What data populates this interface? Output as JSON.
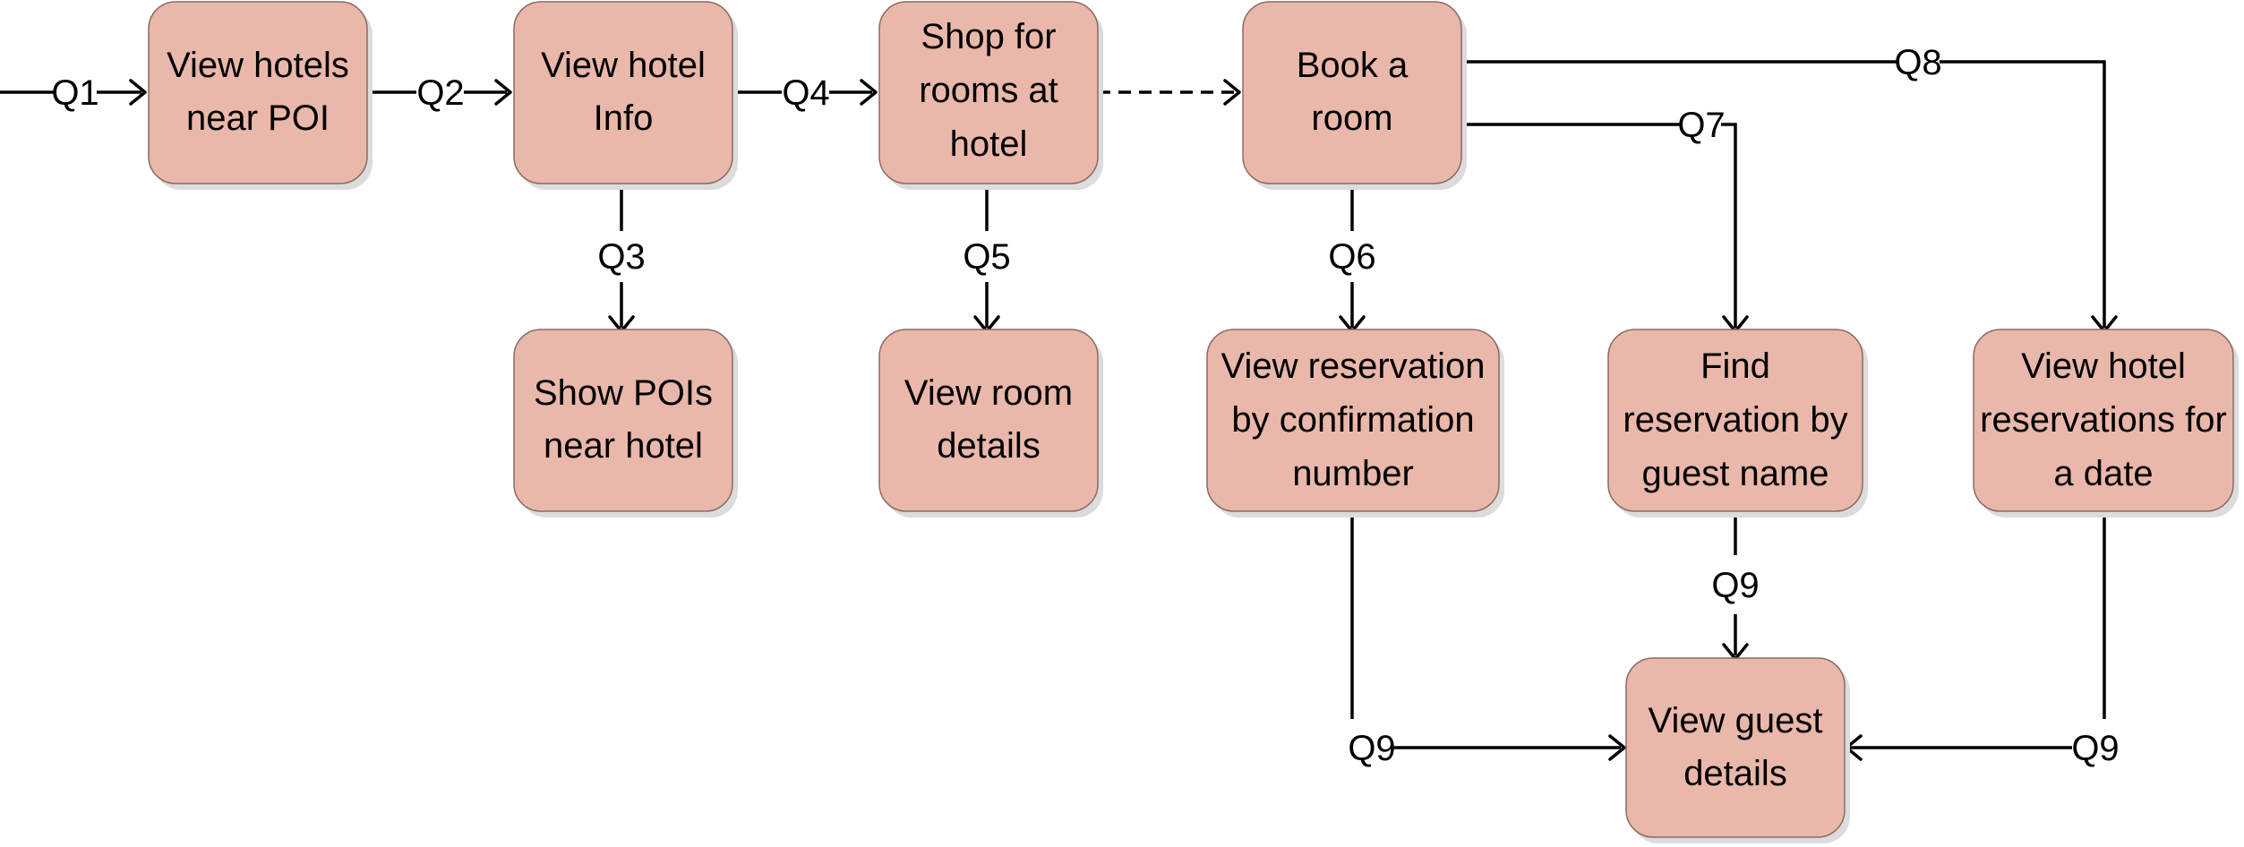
{
  "diagram": {
    "box_color": "#e9b8ab",
    "nodes": {
      "view_hotels_near_poi": [
        "View hotels",
        "near POI"
      ],
      "view_hotel_info": [
        "View hotel",
        "Info"
      ],
      "shop_for_rooms": [
        "Shop for",
        "rooms at",
        "hotel"
      ],
      "book_a_room": [
        "Book a",
        "room"
      ],
      "show_pois_near_hotel": [
        "Show POIs",
        "near hotel"
      ],
      "view_room_details": [
        "View room",
        "details"
      ],
      "view_reservation_by_confirmation": [
        "View reservation",
        "by confirmation",
        "number"
      ],
      "find_reservation_by_guest": [
        "Find",
        "reservation by",
        "guest name"
      ],
      "view_hotel_reservations_for_date": [
        "View hotel",
        "reservations for",
        "a date"
      ],
      "view_guest_details": [
        "View guest",
        "details"
      ]
    },
    "edge_labels": {
      "q1": "Q1",
      "q2": "Q2",
      "q3": "Q3",
      "q4": "Q4",
      "q5": "Q5",
      "q6": "Q6",
      "q7": "Q7",
      "q8": "Q8",
      "q9_guest": "Q9",
      "q9_confirmation": "Q9",
      "q9_date": "Q9"
    }
  }
}
